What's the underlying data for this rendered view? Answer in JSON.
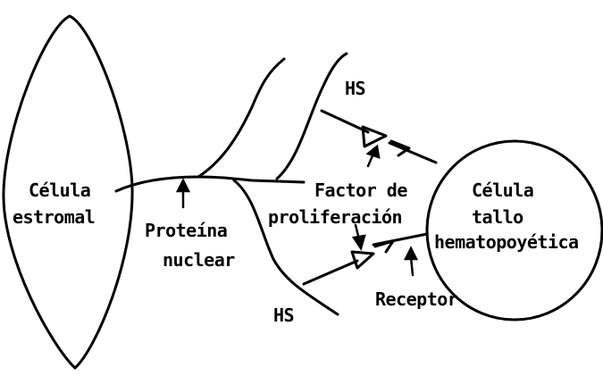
{
  "diagram": {
    "labels": {
      "celula_estromal": [
        "Célula",
        "estromal"
      ],
      "proteina_nuclear": [
        "Proteína",
        "nuclear"
      ],
      "factor_proliferacion": [
        "Factor de",
        "proliferación"
      ],
      "celula_tallo": [
        "Célula",
        "tallo",
        "hematopoyética"
      ],
      "hs_top": "HS",
      "hs_bottom": "HS",
      "receptor": "Receptor"
    },
    "colors": {
      "ink": "#000000",
      "background": "#ffffff"
    }
  }
}
